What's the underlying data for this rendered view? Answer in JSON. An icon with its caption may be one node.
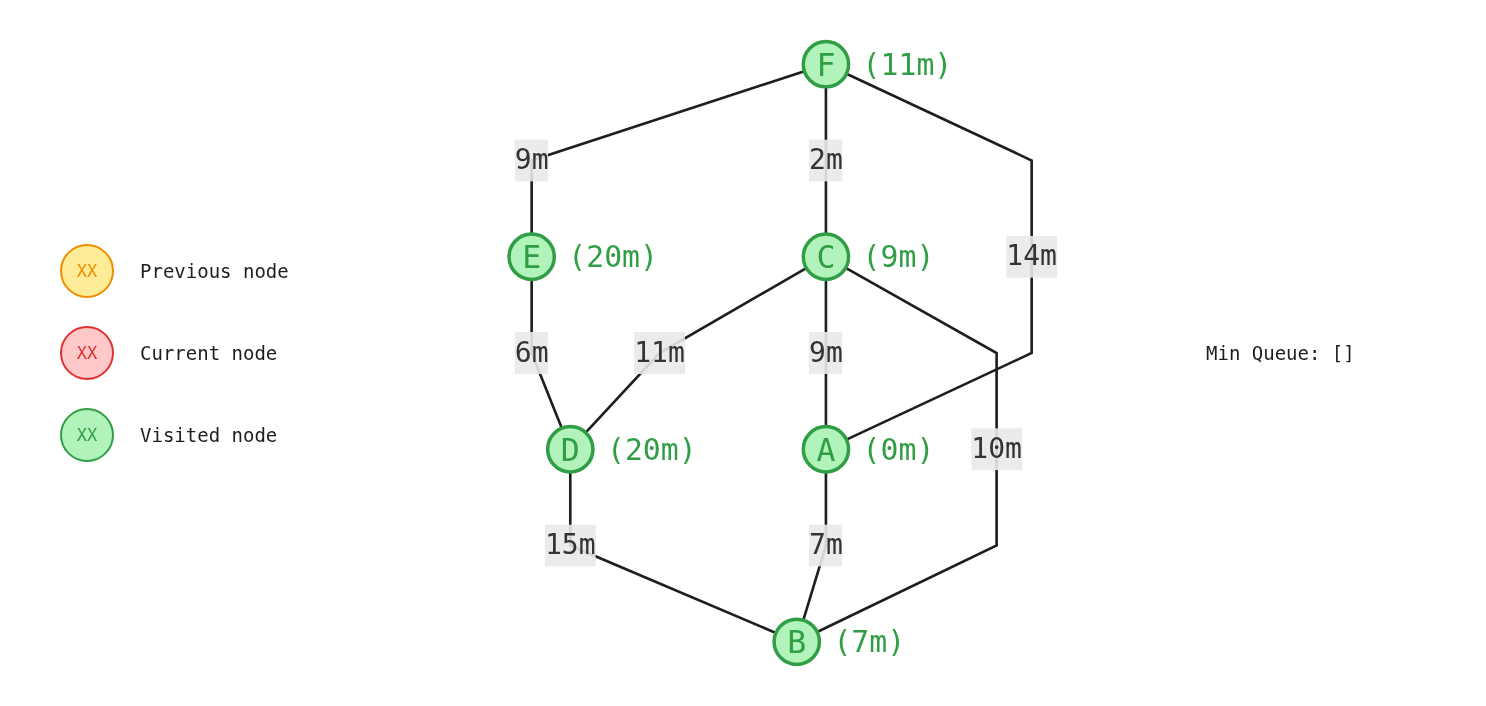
{
  "diagram": {
    "nodes": [
      {
        "text": [
          "E"
        ],
        "beside": [
          "(20m)"
        ]
      },
      {
        "text": [
          "F"
        ],
        "beside": [
          "(11m)"
        ]
      },
      {
        "text": [
          "D"
        ],
        "beside": [
          "(20m)"
        ]
      },
      {
        "text": [
          "C"
        ],
        "beside": [
          "(9m)"
        ]
      },
      {
        "text": [
          "A"
        ],
        "beside": [
          "(0m)"
        ]
      },
      {
        "text": [
          "B"
        ],
        "beside": [
          "(7m)"
        ]
      }
    ],
    "edges": [
      {
        "from": 1,
        "to": 0,
        "arrow": "none",
        "label": "9m"
      },
      {
        "from": 0,
        "to": 2,
        "arrow": "none",
        "label": "6m"
      },
      {
        "from": 1,
        "to": 3,
        "arrow": "none",
        "label": "2m"
      },
      {
        "from": 3,
        "to": 2,
        "arrow": "none",
        "label": "11m"
      },
      {
        "from": 1,
        "to": 4,
        "arrow": "none",
        "label": "14m"
      },
      {
        "from": 3,
        "to": 4,
        "arrow": "none",
        "label": "9m"
      },
      {
        "from": 3,
        "to": 5,
        "arrow": "none",
        "label": "10m"
      },
      {
        "from": 2,
        "to": 5,
        "arrow": "none",
        "label": "15m"
      },
      {
        "from": 4,
        "to": 5,
        "arrow": "none",
        "label": "7m"
      }
    ],
    "labels": [
      "XX",
      "XX",
      "XX",
      "Min Queue: []"
    ],
    "legend": [
      {
        "text": "Previous node",
        "color": "#ffec99"
      },
      {
        "text": "Current node",
        "color": "#ffc9c9"
      },
      {
        "text": "Visited node",
        "color": "#b2f2bb"
      }
    ]
  }
}
